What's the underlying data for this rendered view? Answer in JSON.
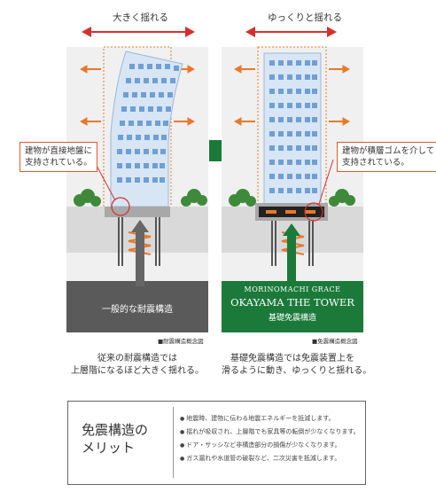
{
  "left_panel": {
    "top_label": "大きく揺れる",
    "callout_line1": "建物が直接地盤に",
    "callout_line2": "支持されている。",
    "ground_label": "一般的な耐震構造",
    "caption": "■耐震構造概念図",
    "desc_line1": "従来の耐震構造では",
    "desc_line2": "上層階になるほど大きく揺れる。"
  },
  "right_panel": {
    "top_label": "ゆっくりと揺れる",
    "callout_line1": "建物が積層ゴムを介して",
    "callout_line2": "支持されている。",
    "brand_line1": "MORINOMACHI GRACE",
    "brand_line2": "OKAYAMA THE TOWER",
    "ground_label": "基礎免震構造",
    "caption": "■免震構造概念図",
    "desc_line1": "基礎免震構造では免震装置上を",
    "desc_line2": "滑るように動き、ゆっくりと揺れる。"
  },
  "merit": {
    "title_line1": "免震構造の",
    "title_line2": "メリット",
    "items": [
      "地震時、建物に伝わる地震エネルギーを抵減します。",
      "揺れが吸収され、上層階でも家具等の転倒が少なくなります。",
      "ドア・サッシなど非構造部分の損傷が少なくなります。",
      "ガス漏れや水道管の破裂など、二次災害を抵減します。"
    ]
  },
  "colors": {
    "arrow_red": "#d32f2f",
    "arrow_orange": "#e8782a",
    "green": "#1b7a3a",
    "dark_ground": "#5a5a5a",
    "building_blue": "#6f9fd4"
  }
}
